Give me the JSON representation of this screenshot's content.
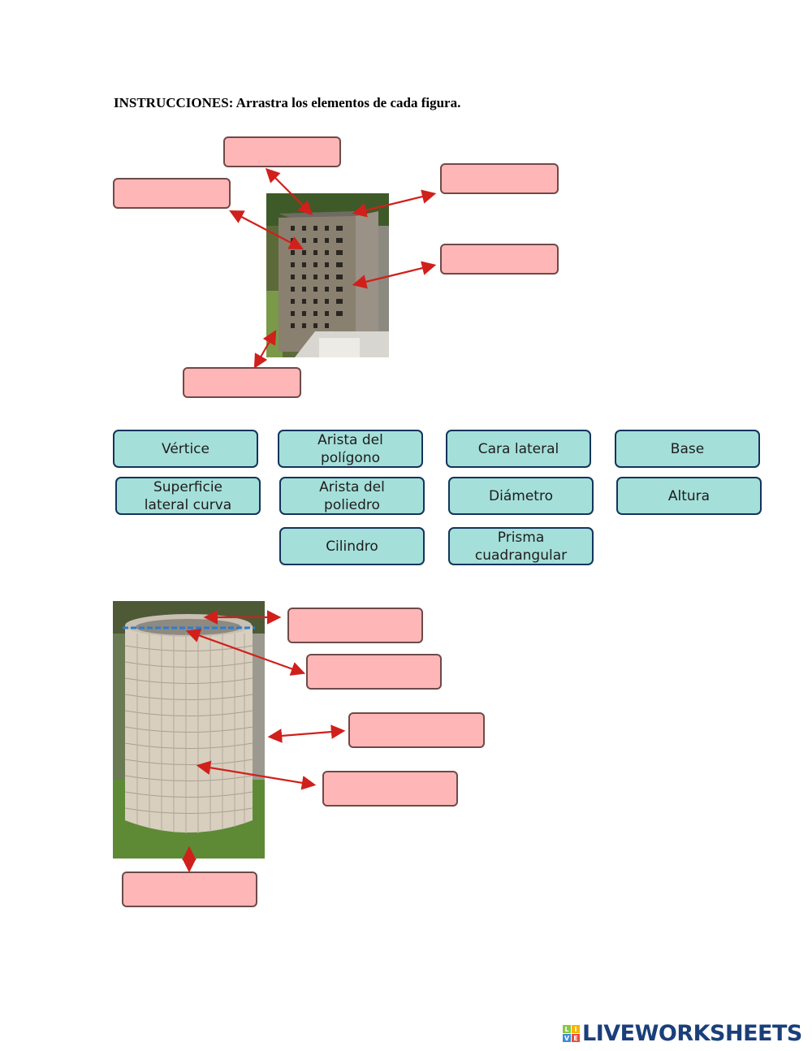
{
  "instructions": "INSTRUCCIONES: Arrastra los elementos de cada figura.",
  "figure1": {
    "subject": "square-prism-building-photo",
    "dropzones": [
      {
        "id": "top-left",
        "value": ""
      },
      {
        "id": "left",
        "value": ""
      },
      {
        "id": "top-right",
        "value": ""
      },
      {
        "id": "right",
        "value": ""
      },
      {
        "id": "bottom",
        "value": ""
      }
    ]
  },
  "word_bank": [
    {
      "label": "Vértice"
    },
    {
      "label": "Arista del polígono"
    },
    {
      "label": "Cara lateral"
    },
    {
      "label": "Base"
    },
    {
      "label": "Superficie lateral curva"
    },
    {
      "label": "Arista del poliedro"
    },
    {
      "label": "Diámetro"
    },
    {
      "label": "Altura"
    },
    {
      "label": "Cilindro"
    },
    {
      "label": "Prisma cuadrangular"
    }
  ],
  "figure2": {
    "subject": "cylinder-building-photo",
    "dropzones": [
      {
        "id": "top",
        "value": ""
      },
      {
        "id": "upper",
        "value": ""
      },
      {
        "id": "middle",
        "value": ""
      },
      {
        "id": "lower",
        "value": ""
      },
      {
        "id": "bottom",
        "value": ""
      }
    ]
  },
  "colors": {
    "dropzone_fill": "#ffb6b6",
    "chip_fill": "#a5dfd9",
    "chip_border": "#13345c",
    "arrow": "#d0201c",
    "diameter_line": "#2a7fd0"
  },
  "logo": {
    "tiles": [
      "L",
      "I",
      "V",
      "E"
    ],
    "text": "LIVEWORKSHEETS"
  }
}
